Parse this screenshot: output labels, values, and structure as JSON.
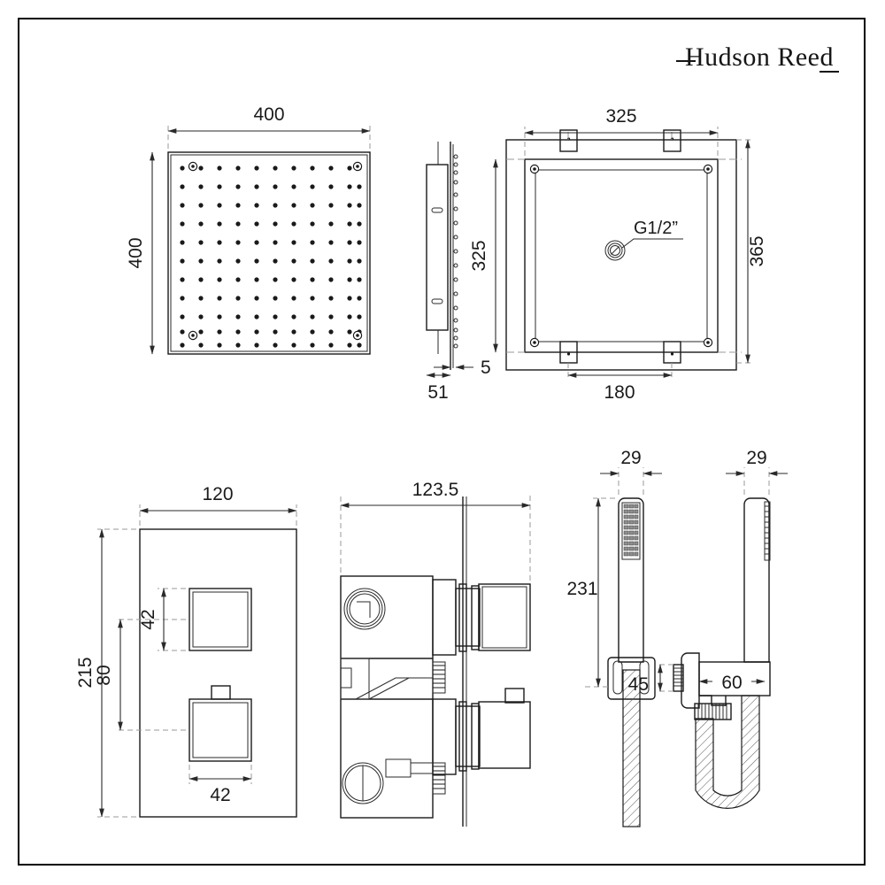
{
  "brand": {
    "name": "Hudson Reed"
  },
  "views": {
    "shower_head_front": {
      "name": "Shower head face plate front view",
      "width_label": "400",
      "height_label": "400",
      "nozzle_grid_cols": 11,
      "nozzle_grid_rows": 11,
      "corner_screws": 4
    },
    "shower_head_side": {
      "name": "Shower head side view",
      "depth_label": "51",
      "plate_thickness_label": "5"
    },
    "ceiling_plate_top": {
      "name": "Ceiling arm mounting plate top view",
      "inner_width_label": "325",
      "inner_height_label": "325",
      "outer_height_label": "365",
      "tab_spacing_label": "180",
      "inlet_thread_label": "G1/2”"
    },
    "valve_front": {
      "name": "Concealed thermostatic valve front plate",
      "width_label": "120",
      "height_label": "215",
      "handle_size_label": "42",
      "handle_size_label_2": "42",
      "handle_spacing_label": "80"
    },
    "valve_side": {
      "name": "Concealed valve side section view",
      "depth_label": "123.5"
    },
    "handset_front": {
      "name": "Shower handset front view with holder",
      "width_label": "29",
      "length_label": "231"
    },
    "handset_side": {
      "name": "Shower handset side view with wall outlet",
      "width_label": "29",
      "outlet_depth_label": "45",
      "projection_label": "60"
    }
  },
  "colors": {
    "line": "#1a1a1a",
    "dimension": "#2a2a2a",
    "extension": "#9a9a9a",
    "background": "#ffffff"
  }
}
